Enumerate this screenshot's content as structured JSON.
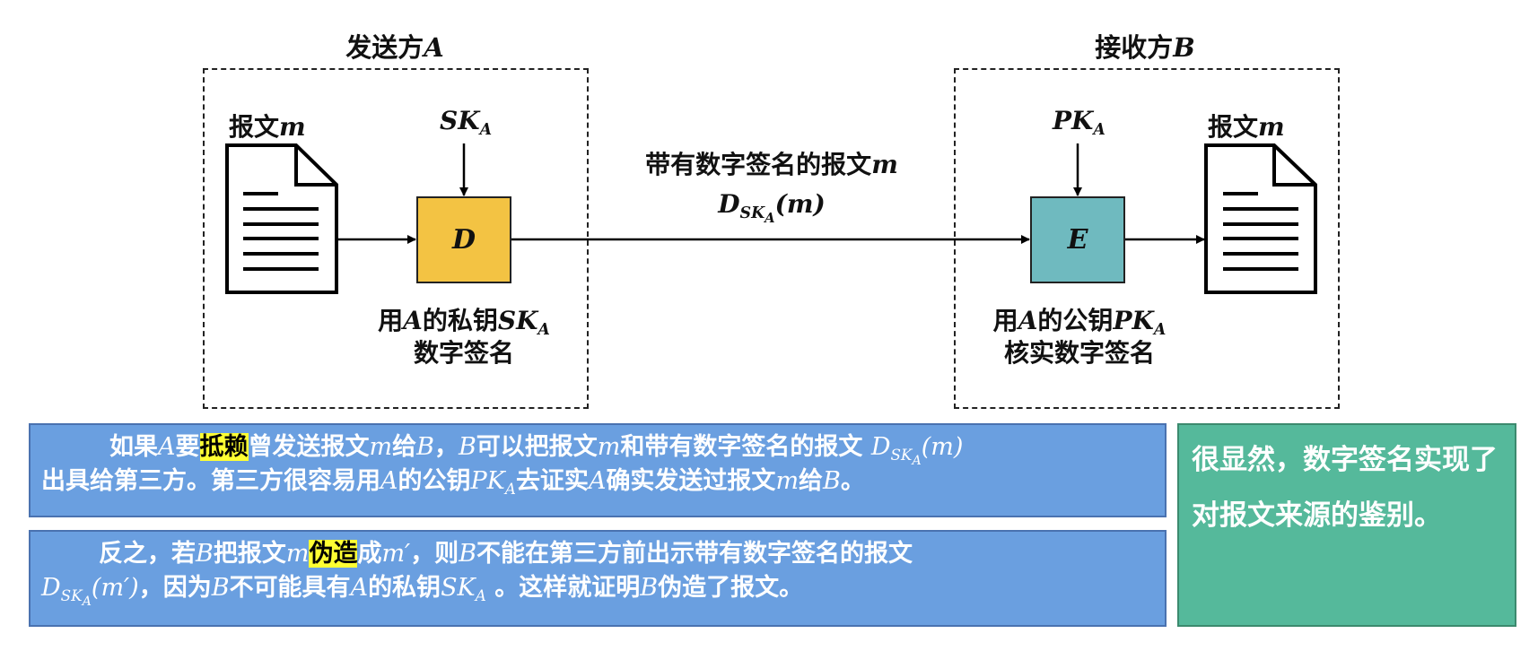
{
  "sender": {
    "title_cn": "发送方",
    "title_var": "A",
    "doc_label_cn": "报文",
    "doc_label_var": "m",
    "key_main": "SK",
    "key_sub": "A",
    "op_letter": "D",
    "op_color": "#f3c343",
    "caption_line1_cn1": "用",
    "caption_line1_var": "A",
    "caption_line1_cn2": "的私钥",
    "caption_line1_key": "SK",
    "caption_line1_key_sub": "A",
    "caption_line2": "数字签名"
  },
  "channel": {
    "label_cn": "带有数字签名的报文",
    "label_var": "m",
    "formula_main": "D",
    "formula_sub": "SK",
    "formula_subsub": "A",
    "formula_arg": "(m)"
  },
  "receiver": {
    "title_cn": "接收方",
    "title_var": "B",
    "doc_label_cn": "报文",
    "doc_label_var": "m",
    "key_main": "PK",
    "key_sub": "A",
    "op_letter": "E",
    "op_color": "#6fbabf",
    "caption_line1_cn1": "用",
    "caption_line1_var": "A",
    "caption_line1_cn2": "的公钥",
    "caption_line1_key": "PK",
    "caption_line1_key_sub": "A",
    "caption_line2": "核实数字签名"
  },
  "panel1": {
    "t1": "如果",
    "v1": "A",
    "t2": "要",
    "hl": "抵赖",
    "t3": "曾发送报文",
    "v2": "m",
    "t4": "给",
    "v3": "B",
    "t5": "，",
    "v4": "B",
    "t6": "可以把报文",
    "v5": "m",
    "t7": "和带有数字签名的报文 ",
    "f_main": "D",
    "f_sub": "SK",
    "f_subsub": "A",
    "f_arg": "(m)",
    "t8": "出具给第三方。第三方很容易用",
    "v6": "A",
    "t9": "的公钥",
    "k_main": "PK",
    "k_sub": "A",
    "t10": "去证实",
    "v7": "A",
    "t11": "确实发送过报文",
    "v8": "m",
    "t12": "给",
    "v9": "B",
    "t13": "。"
  },
  "panel2": {
    "t1": "反之，若",
    "v1": "B",
    "t2": "把报文",
    "v2": "m",
    "hl": "伪造",
    "t3": "成",
    "v3": "m′",
    "t4": "，则",
    "v4": "B",
    "t5": "不能在第三方前出示带有数字签名的报文",
    "f_main": "D",
    "f_sub": "SK",
    "f_subsub": "A",
    "f_arg": "(m′)",
    "t6": "，因为",
    "v5": "B",
    "t7": "不可能具有",
    "v6": "A",
    "t8": "的私钥",
    "k_main": "SK",
    "k_sub": "A",
    "t9": " 。这样就证明",
    "v7": "B",
    "t10": "伪造了报文。"
  },
  "conclusion": {
    "text": "很显然，数字签名实现了对报文来源的鉴别。"
  }
}
